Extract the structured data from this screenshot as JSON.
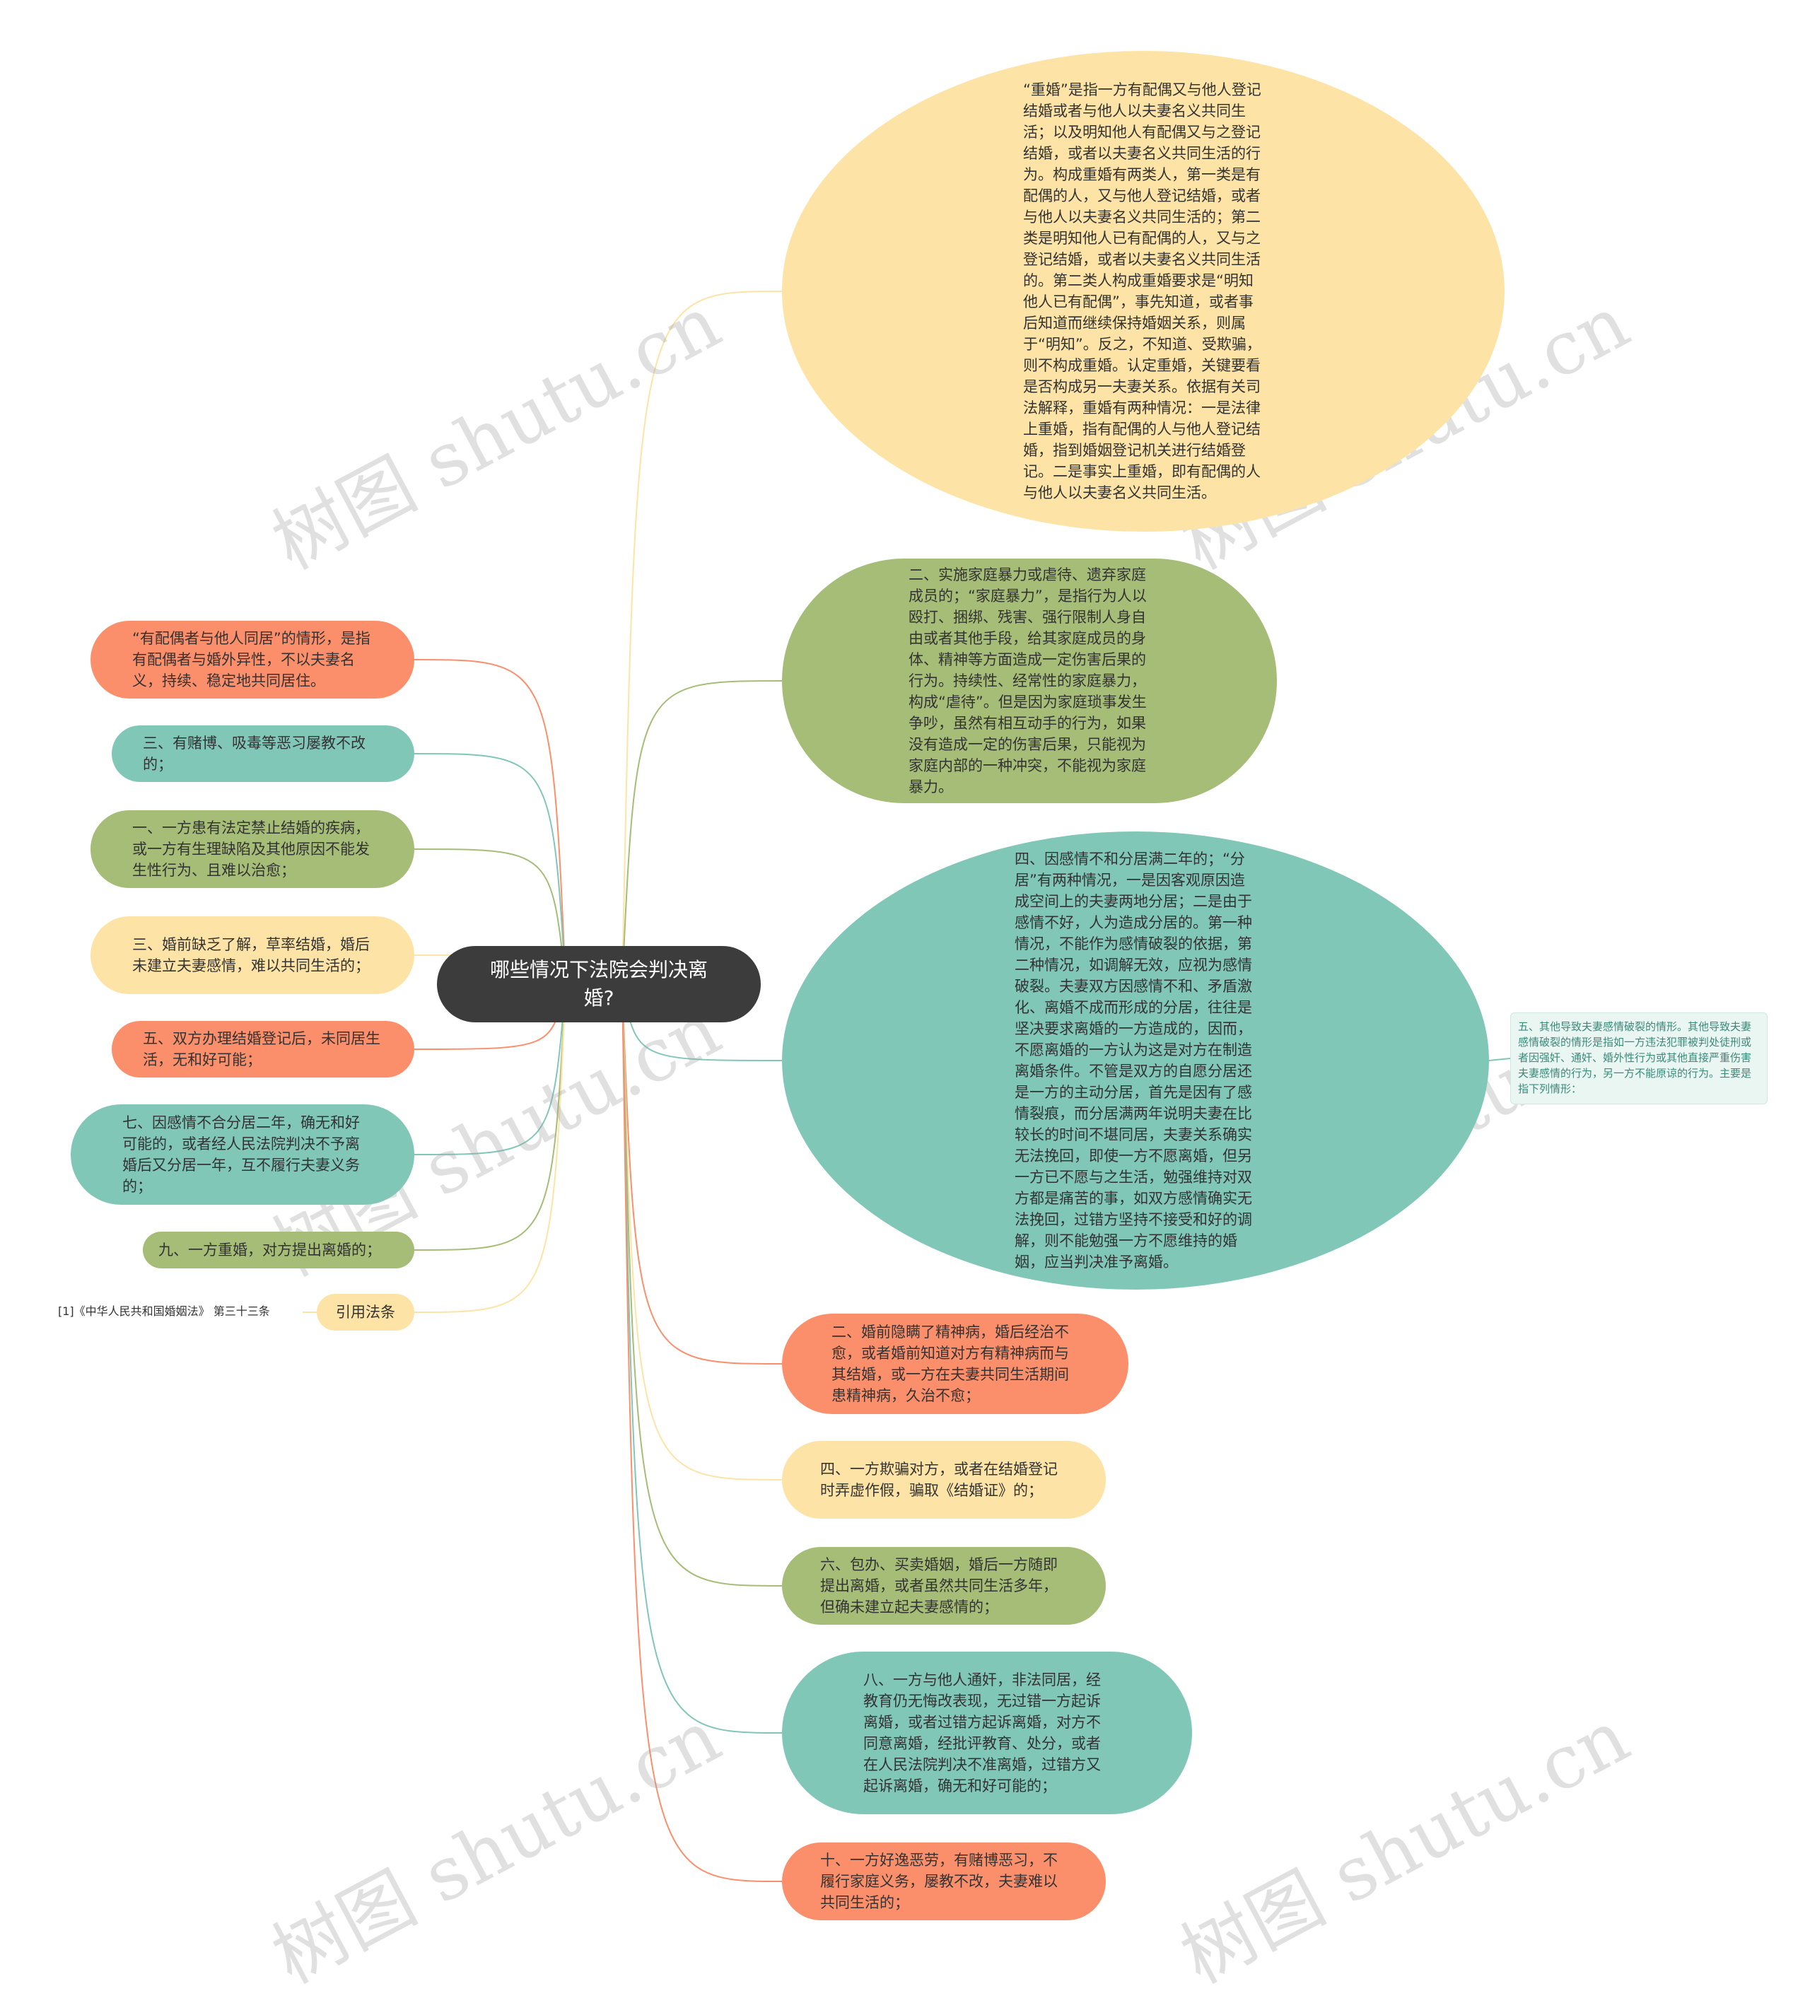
{
  "colors": {
    "yellow": "#fde4a6",
    "green": "#a6bd77",
    "teal": "#80c7b8",
    "orange": "#fc8f6b",
    "root": "#3c3c3c"
  },
  "root": {
    "label": "哪些情况下法院会判决离婚?"
  },
  "right_nodes": [
    {
      "id": "r1",
      "color": "yellow",
      "text": "“重婚”是指一方有配偶又与他人登记结婚或者与他人以夫妻名义共同生活；以及明知他人有配偶又与之登记结婚，或者以夫妻名义共同生活的行为。构成重婚有两类人，第一类是有配偶的人，又与他人登记结婚，或者与他人以夫妻名义共同生活的；第二类是明知他人已有配偶的人，又与之登记结婚，或者以夫妻名义共同生活的。第二类人构成重婚要求是“明知他人已有配偶”，事先知道，或者事后知道而继续保持婚姻关系，则属于“明知”。反之，不知道、受欺骗，则不构成重婚。认定重婚，关键要看是否构成另一夫妻关系。依据有关司法解释，重婚有两种情况：一是法律上重婚，指有配偶的人与他人登记结婚，指到婚姻登记机关进行结婚登记。二是事实上重婚，即有配偶的人与他人以夫妻名义共同生活。"
    },
    {
      "id": "r2",
      "color": "green",
      "text": "二、实施家庭暴力或虐待、遗弃家庭成员的；“家庭暴力”，是指行为人以殴打、捆绑、残害、强行限制人身自由或者其他手段，给其家庭成员的身体、精神等方面造成一定伤害后果的行为。持续性、经常性的家庭暴力，构成“虐待”。但是因为家庭琐事发生争吵，虽然有相互动手的行为，如果没有造成一定的伤害后果，只能视为家庭内部的一种冲突，不能视为家庭暴力。"
    },
    {
      "id": "r3",
      "color": "teal",
      "text": "四、因感情不和分居满二年的；“分居”有两种情况，一是因客观原因造成空间上的夫妻两地分居；二是由于感情不好，人为造成分居的。第一种情况，不能作为感情破裂的依据，第二种情况，如调解无效，应视为感情破裂。夫妻双方因感情不和、矛盾激化、离婚不成而形成的分居，往往是坚决要求离婚的一方造成的，因而，不愿离婚的一方认为这是对方在制造离婚条件。不管是双方的自愿分居还是一方的主动分居，首先是因有了感情裂痕，而分居满两年说明夫妻在比较长的时间不堪同居，夫妻关系确实无法挽回，即使一方不愿离婚，但另一方已不愿与之生活，勉强维持对双方都是痛苦的事，如双方感情确实无法挽回，过错方坚持不接受和好的调解，则不能勉强一方不愿维持的婚姻，应当判决准予离婚。"
    },
    {
      "id": "r4",
      "color": "orange",
      "text": "二、婚前隐瞒了精神病，婚后经治不愈，或者婚前知道对方有精神病而与其结婚，或一方在夫妻共同生活期间患精神病，久治不愈；"
    },
    {
      "id": "r5",
      "color": "yellow",
      "text": "四、一方欺骗对方，或者在结婚登记时弄虚作假，骗取《结婚证》的；"
    },
    {
      "id": "r6",
      "color": "green",
      "text": "六、包办、买卖婚姻，婚后一方随即提出离婚，或者虽然共同生活多年，但确未建立起夫妻感情的；"
    },
    {
      "id": "r7",
      "color": "teal",
      "text": "八、一方与他人通奸，非法同居，经教育仍无悔改表现，无过错一方起诉离婚，或者过错方起诉离婚，对方不同意离婚，经批评教育、处分，或者在人民法院判决不准离婚，过错方又起诉离婚，确无和好可能的；"
    },
    {
      "id": "r8",
      "color": "orange",
      "text": "十、一方好逸恶劳，有赌博恶习，不履行家庭义务，屡教不改，夫妻难以共同生活的；"
    }
  ],
  "left_nodes": [
    {
      "id": "l1",
      "color": "orange",
      "text": "“有配偶者与他人同居”的情形，是指有配偶者与婚外异性，不以夫妻名义，持续、稳定地共同居住。"
    },
    {
      "id": "l2",
      "color": "teal",
      "text": "三、有赌博、吸毒等恶习屡教不改的；"
    },
    {
      "id": "l3",
      "color": "green",
      "text": "一、一方患有法定禁止结婚的疾病，或一方有生理缺陷及其他原因不能发生性行为、且难以治愈；"
    },
    {
      "id": "l4",
      "color": "yellow",
      "text": "三、婚前缺乏了解，草率结婚，婚后未建立夫妻感情，难以共同生活的；"
    },
    {
      "id": "l5",
      "color": "orange",
      "text": "五、双方办理结婚登记后，未同居生活，无和好可能；"
    },
    {
      "id": "l6",
      "color": "teal",
      "text": "七、因感情不合分居二年，确无和好可能的，或者经人民法院判决不予离婚后又分居一年，互不履行夫妻义务的；"
    },
    {
      "id": "l7",
      "color": "green",
      "text": "九、一方重婚，对方提出离婚的；"
    },
    {
      "id": "l8",
      "color": "yellow",
      "text": "引用法条"
    }
  ],
  "sub_note": {
    "text": "五、其他导致夫妻感情破裂的情形。其他导致夫妻感情破裂的情形是指如一方违法犯罪被判处徒刑或者因强奸、通奸、婚外性行为或其他直接严重伤害夫妻感情的行为，另一方不能原谅的行为。主要是指下列情形："
  },
  "ref_note": {
    "text": "[1]《中华人民共和国婚姻法》 第三十三条"
  },
  "watermark": {
    "text": "树图 shutu.cn"
  }
}
